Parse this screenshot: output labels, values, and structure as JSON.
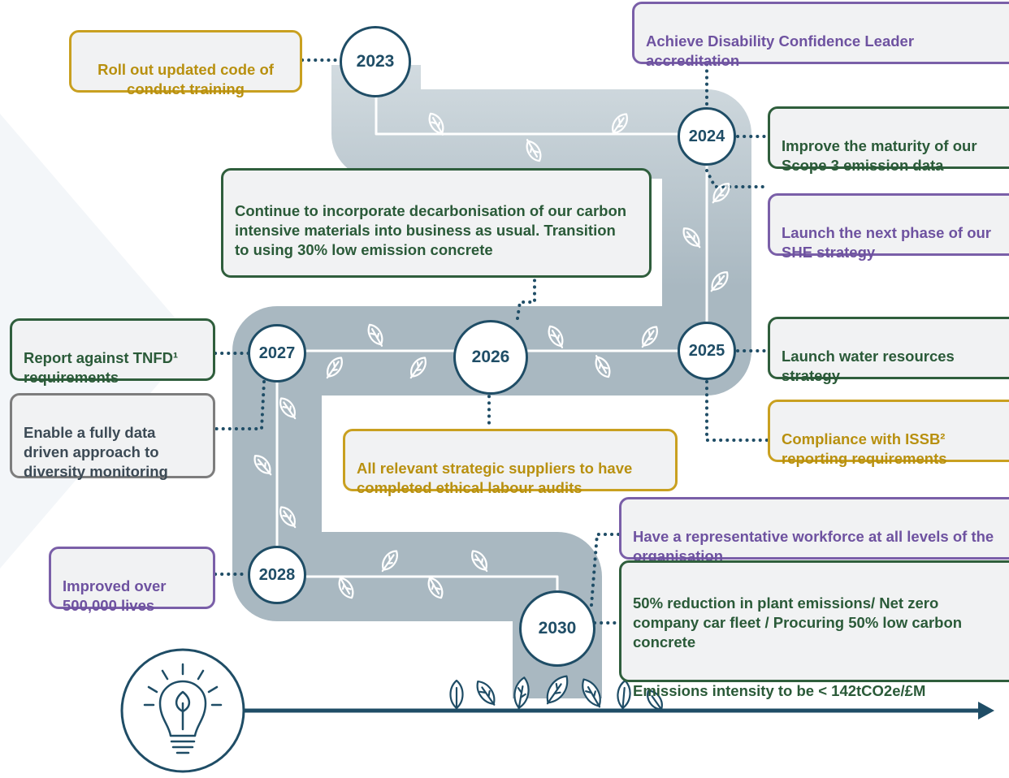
{
  "milestones": [
    {
      "year": "2023",
      "goals": [
        {
          "text": "Roll out updated code of conduct training",
          "color": "gold"
        }
      ]
    },
    {
      "year": "2024",
      "goals": [
        {
          "text": "Achieve Disability Confidence Leader accreditation",
          "color": "purple"
        },
        {
          "text": "Improve the maturity of our Scope 3 emission data",
          "color": "green"
        },
        {
          "text": "Launch the next phase of our SHE strategy",
          "color": "purple"
        }
      ]
    },
    {
      "year": "2025",
      "goals": [
        {
          "text": "Launch water resources strategy",
          "color": "green"
        },
        {
          "text": "Compliance with ISSB² reporting requirements",
          "color": "gold"
        }
      ]
    },
    {
      "year": "2026",
      "goals": [
        {
          "text": "Continue to incorporate decarbonisation of our carbon intensive materials into business as usual. Transition to using 30% low emission concrete",
          "color": "green"
        },
        {
          "text": "All relevant strategic suppliers to have completed ethical labour audits",
          "color": "gold"
        }
      ]
    },
    {
      "year": "2027",
      "goals": [
        {
          "text": "Report against TNFD¹ requirements",
          "color": "green"
        },
        {
          "text": "Enable a fully data driven approach to diversity monitoring",
          "color": "gray"
        }
      ]
    },
    {
      "year": "2028",
      "goals": [
        {
          "text": "Improved over 500,000 lives",
          "color": "purple"
        }
      ]
    },
    {
      "year": "2030",
      "goals": [
        {
          "text": "Have a representative workforce at all levels of the organisation",
          "color": "purple"
        },
        {
          "text": "50% reduction in plant emissions/ Net zero company car fleet / Procuring 50% low carbon concrete",
          "color": "green"
        },
        {
          "text": "Emissions intensity to be < 142tCO2e/£M",
          "color": "green"
        }
      ]
    }
  ],
  "icons": {
    "lightbulb": "lightbulb-leaf-icon",
    "leaf": "leaf-icon",
    "arrow": "arrow-right-icon"
  },
  "colors": {
    "road": "#a9b8c1",
    "road_light": "#c8d3d9",
    "navy": "#1f4d66",
    "gold": "#c9a020",
    "purple": "#7a5fa8",
    "green": "#2f5e3c",
    "gray": "#7d7d7d",
    "leaf_stroke": "#1f4d66"
  }
}
